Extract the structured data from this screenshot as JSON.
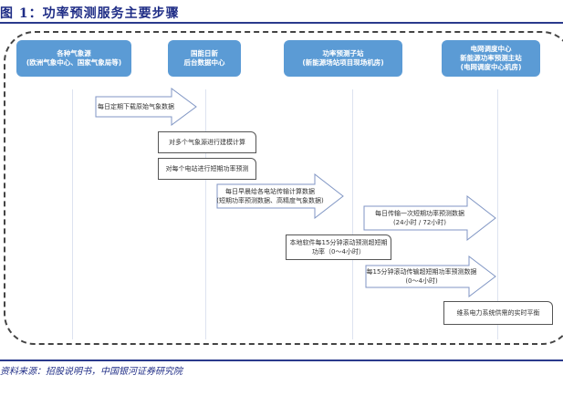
{
  "figure": {
    "title": "图 1：功率预测服务主要步骤",
    "source": "资料来源：招股说明书，中国银河证券研究院"
  },
  "lanes": [
    {
      "line1": "各种气象源",
      "line2": "(欧洲气象中心、国家气象局等)",
      "line3": ""
    },
    {
      "line1": "国能日新",
      "line2": "后台数据中心",
      "line3": ""
    },
    {
      "line1": "功率预测子站",
      "line2": "(新能源场站项目现场机房)",
      "line3": ""
    },
    {
      "line1": "电网调度中心",
      "line2": "新能源功率预测主站",
      "line3": "(电网调度中心机房)"
    }
  ],
  "steps": {
    "download_weather": {
      "line1": "每日定期下载原始气象数据",
      "line2": ""
    },
    "modeling": {
      "line1": "对多个气象源进行建模计算",
      "line2": ""
    },
    "forecast": {
      "line1": "对每个电站进行短期功率预测",
      "line2": ""
    },
    "send_to_stations": {
      "line1": "每日早晨给各电站传输计算数据",
      "line2": "(短期功率预测数据、高精度气象数据)"
    },
    "send_daily_forecast": {
      "line1": "每日传输一次短期功率预测数据",
      "line2": "(24小时 / 72小时)"
    },
    "local_ultra_short": {
      "line1": "本地软件每15分钟滚动预测超短期",
      "line2": "功率（0～4小时）"
    },
    "send_ultra_short": {
      "line1": "每15分钟滚动传输超短期功率预测数据",
      "line2": "(0～4小时)"
    },
    "balance": {
      "line1": "维系电力系统供需的实时平衡",
      "line2": ""
    }
  }
}
